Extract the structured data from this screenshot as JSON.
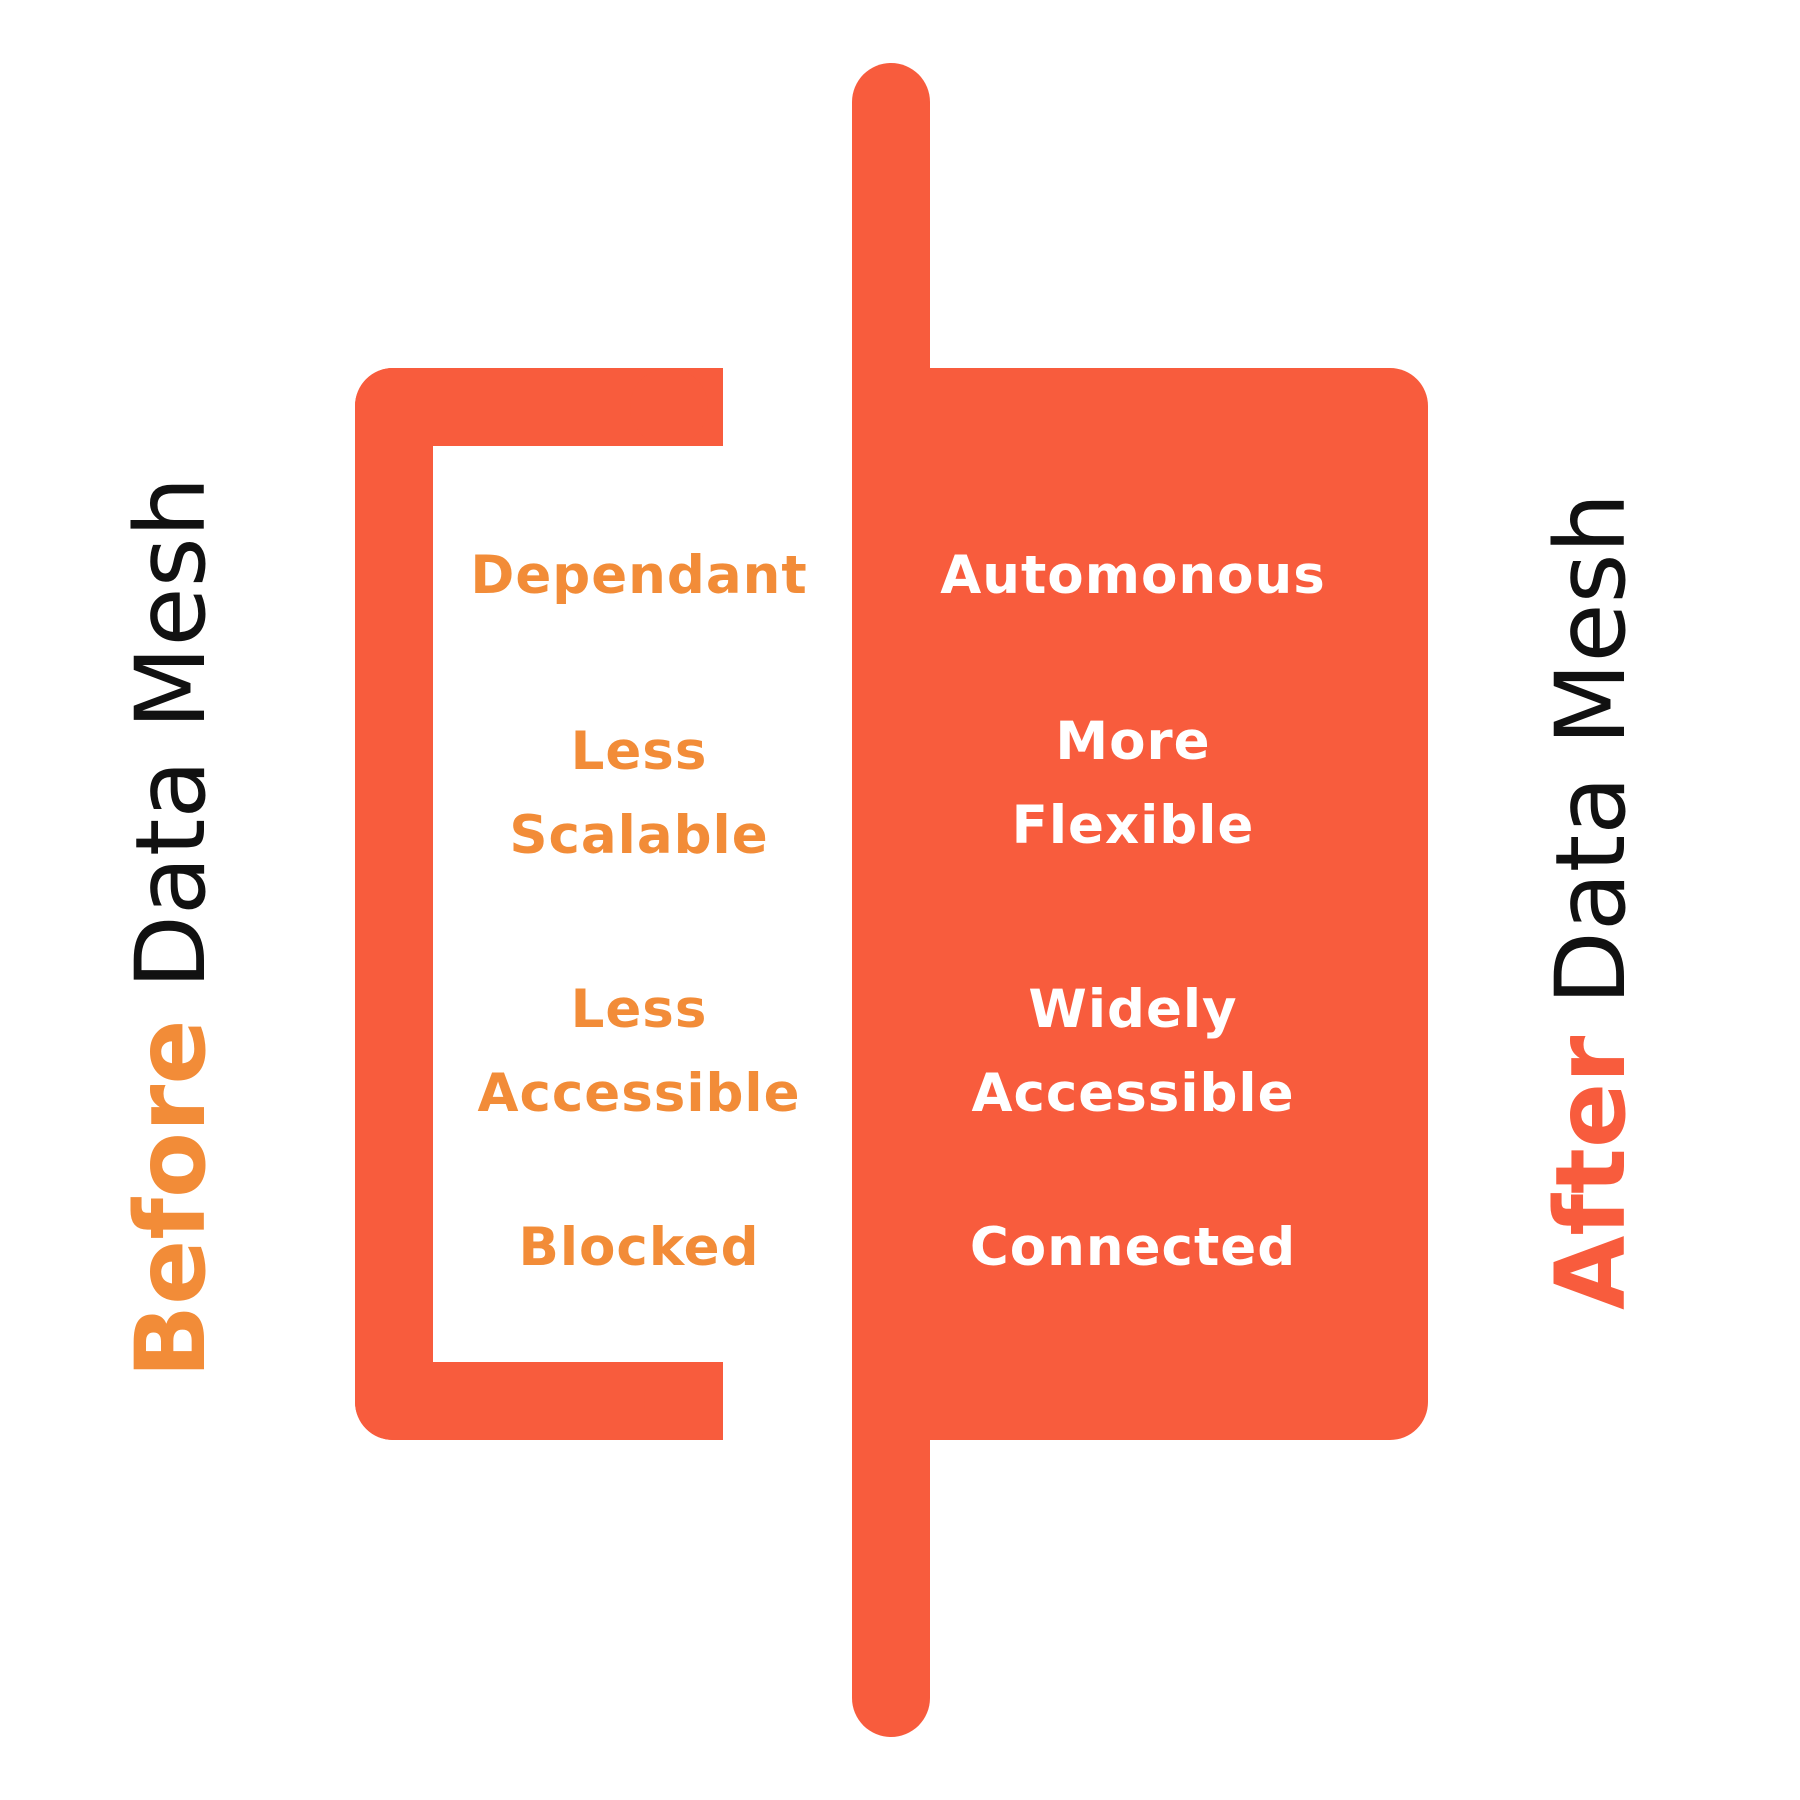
{
  "colors": {
    "accent": "#F85C3D",
    "before_text": "#F28C38",
    "after_text": "#FFFFFF",
    "title_dark": "#111111"
  },
  "before": {
    "title_highlight": "Before",
    "title_rest": " Data Mesh",
    "items": [
      "Dependant",
      "Less\nScalable",
      "Less\nAccessible",
      "Blocked"
    ]
  },
  "after": {
    "title_highlight": "After",
    "title_rest": " Data Mesh",
    "items": [
      "Automonous",
      "More\nFlexible",
      "Widely\nAccessible",
      "Connected"
    ]
  }
}
